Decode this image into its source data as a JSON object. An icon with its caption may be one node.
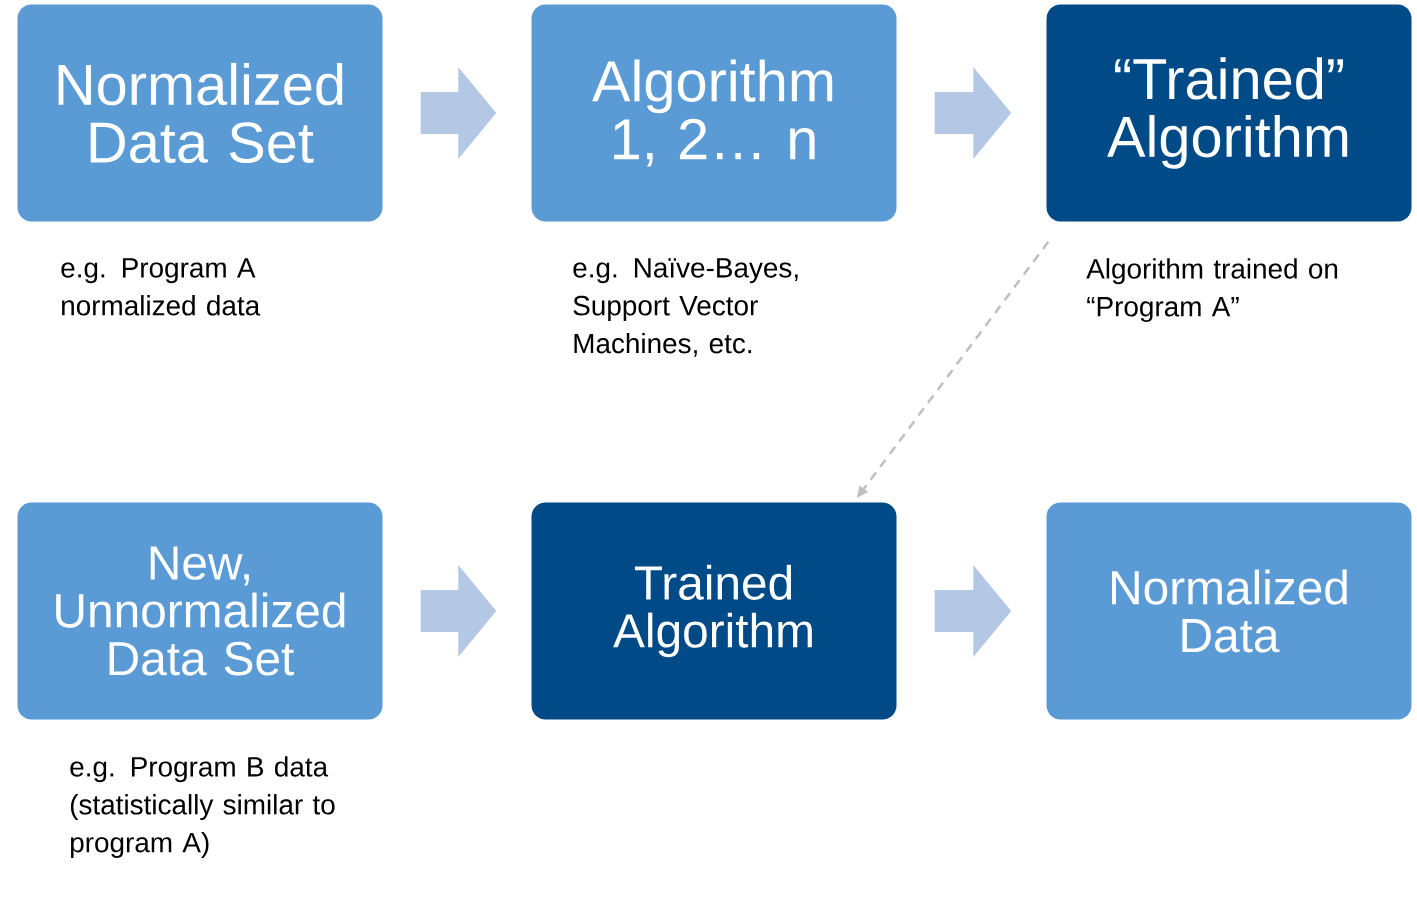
{
  "diagram": {
    "nodes": [
      {
        "text": [
          "Normalized Data Set"
        ],
        "beside": [
          "e.g. Program A normalized data"
        ]
      },
      {
        "text": [
          "Algorithm 1, 2… n"
        ],
        "beside": [
          "e.g. Naïve-Bayes, Support Vector Machines, etc."
        ]
      },
      {
        "text": [
          "“Trained” Algorithm"
        ],
        "beside": [
          "Algorithm trained on “Program A”"
        ]
      },
      {
        "text": [
          "New, Unnormalized Data Set"
        ],
        "beside": [
          "e.g. Program B data (statistically similar to program A)"
        ]
      },
      {
        "text": [
          "Trained Algorithm"
        ]
      },
      {
        "text": [
          "Normalized Data"
        ]
      }
    ],
    "edges": [
      {
        "from": 0,
        "to": 1,
        "arrow": "to"
      },
      {
        "from": 1,
        "to": 2,
        "arrow": "to"
      },
      {
        "from": 2,
        "to": 4,
        "arrow": "to",
        "style": "dashed",
        "color": "#bfbfbf"
      },
      {
        "from": 3,
        "to": 4,
        "arrow": "to"
      },
      {
        "from": 4,
        "to": 5,
        "arrow": "to"
      }
    ]
  }
}
